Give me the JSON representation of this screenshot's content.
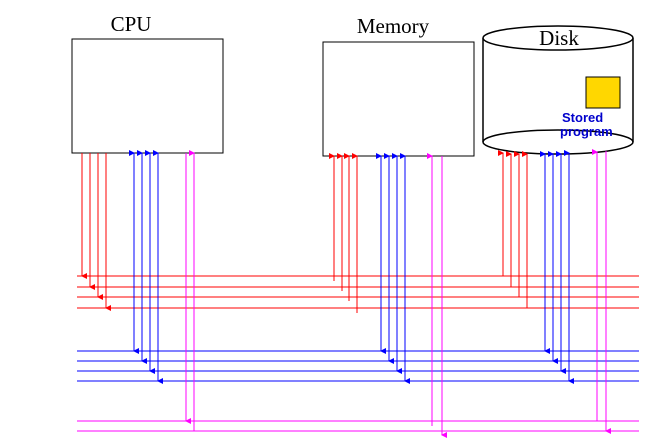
{
  "components": {
    "cpu": {
      "label": "CPU"
    },
    "memory": {
      "label": "Memory"
    },
    "disk": {
      "label": "Disk"
    }
  },
  "stored_program": {
    "line1": "Stored",
    "line2": "program"
  },
  "colors": {
    "address_bus": "#ff0000",
    "data_bus": "#0000ff",
    "control_bus": "#ff00ff",
    "stored_program_fill": "#ffd700",
    "stored_program_text": "#0000cc",
    "outline": "#000000"
  }
}
